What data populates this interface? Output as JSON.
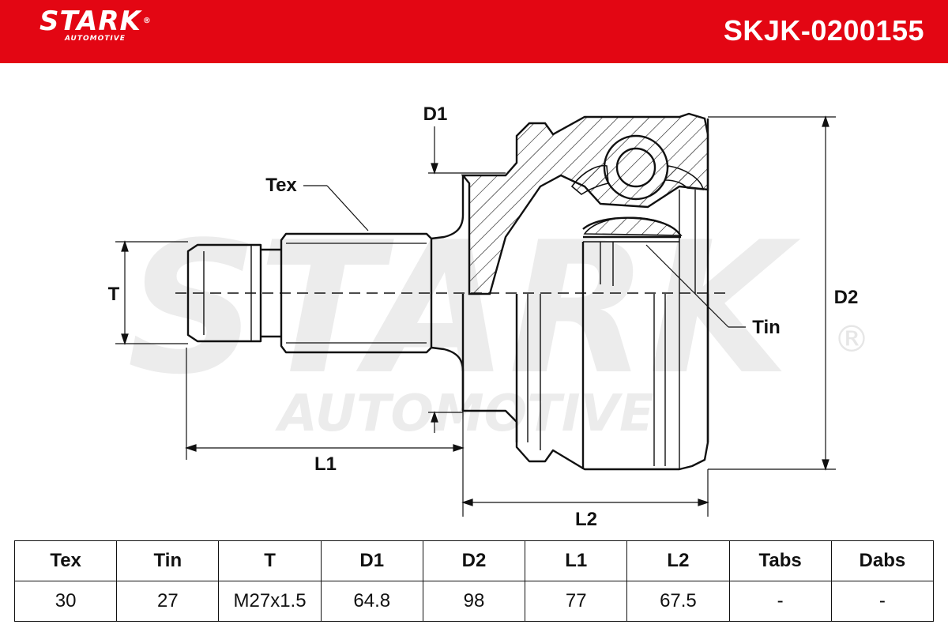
{
  "header": {
    "brand_name": "STARK",
    "brand_sub": "AUTOMOTIVE",
    "part_number": "SKJK-0200155",
    "color": "#e30613"
  },
  "watermark": {
    "line1": "STARK",
    "line2": "AUTOMOTIVE",
    "mark": "®"
  },
  "labels": {
    "tex": "Tex",
    "tin": "Tin",
    "t": "T",
    "d1": "D1",
    "d2": "D2",
    "l1": "L1",
    "l2": "L2"
  },
  "table": {
    "headers": [
      "Tex",
      "Tin",
      "T",
      "D1",
      "D2",
      "L1",
      "L2",
      "Tabs",
      "Dabs"
    ],
    "values": [
      "30",
      "27",
      "M27x1.5",
      "64.8",
      "98",
      "77",
      "67.5",
      "-",
      "-"
    ]
  }
}
